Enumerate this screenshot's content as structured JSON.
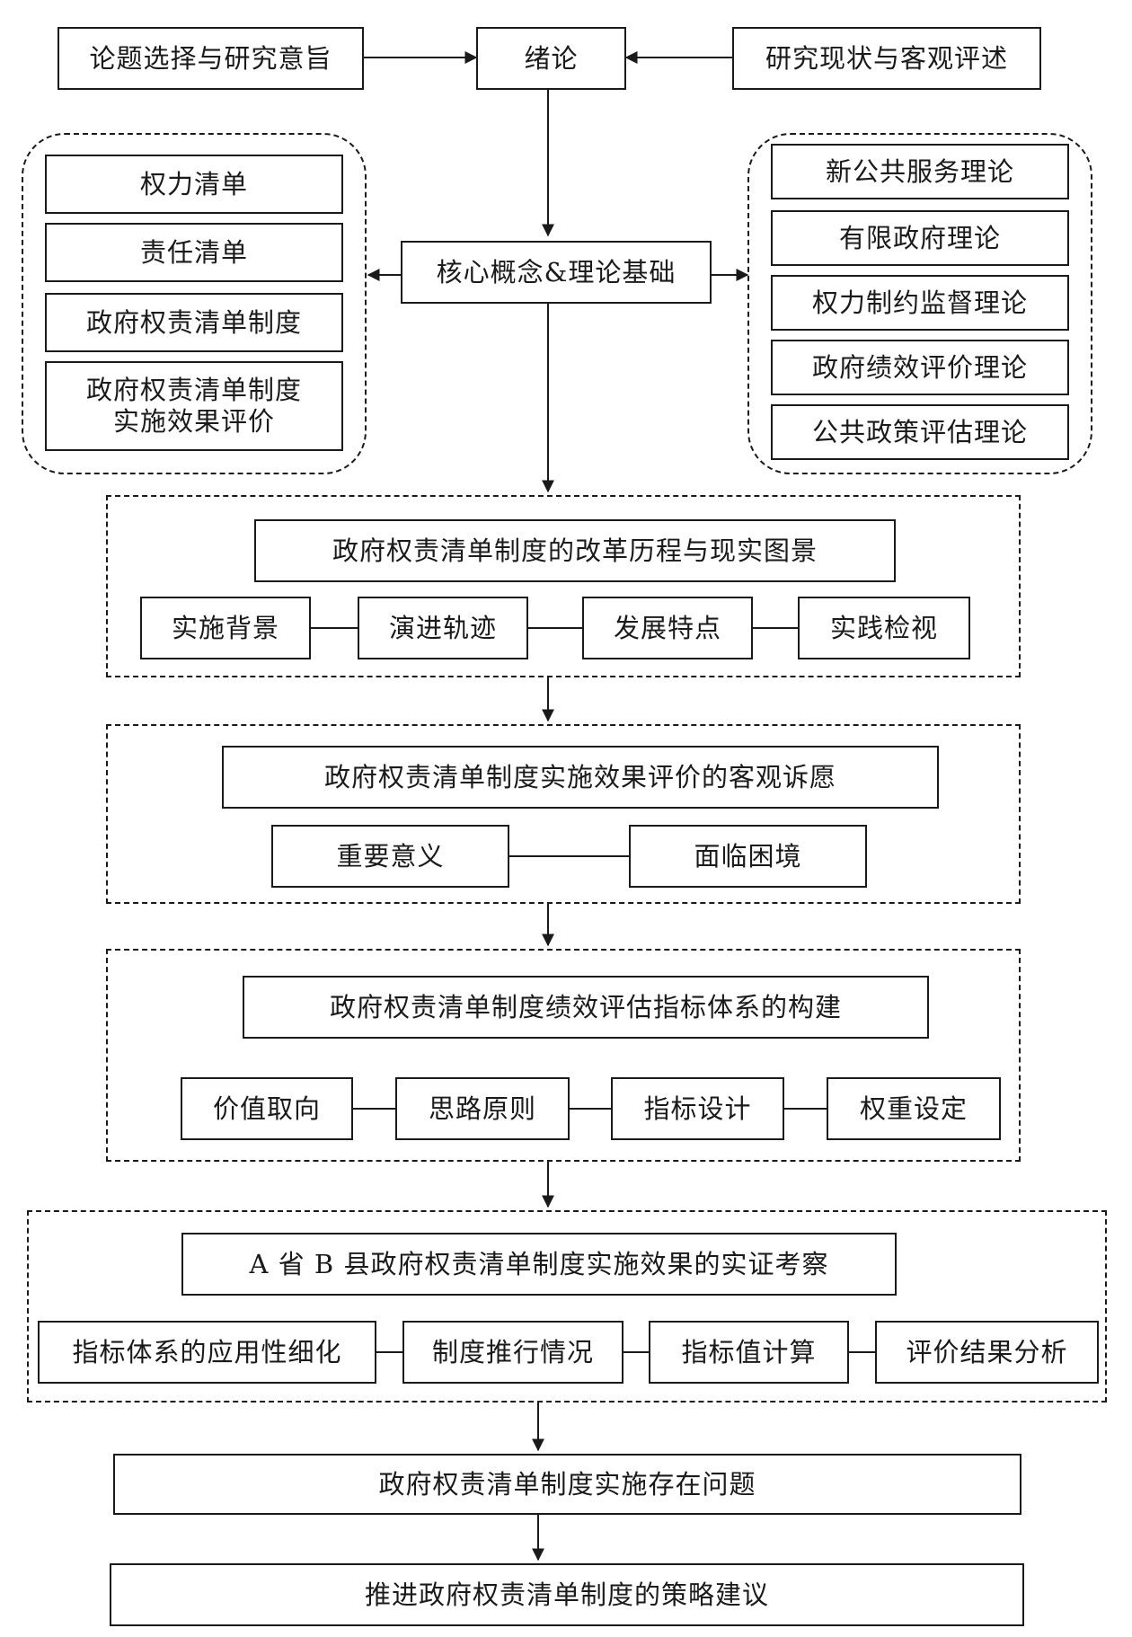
{
  "top": {
    "left": "论题选择与研究意旨",
    "center": "绪论",
    "right": "研究现状与客观评述"
  },
  "core": {
    "title": "核心概念&理论基础",
    "concepts": [
      "权力清单",
      "责任清单",
      "政府权责清单制度",
      "政府权责清单制度\n实施效果评价"
    ],
    "theories": [
      "新公共服务理论",
      "有限政府理论",
      "权力制约监督理论",
      "政府绩效评价理论",
      "公共政策评估理论"
    ]
  },
  "section1": {
    "title": "政府权责清单制度的改革历程与现实图景",
    "items": [
      "实施背景",
      "演进轨迹",
      "发展特点",
      "实践检视"
    ]
  },
  "section2": {
    "title": "政府权责清单制度实施效果评价的客观诉愿",
    "items": [
      "重要意义",
      "面临困境"
    ]
  },
  "section3": {
    "title": "政府权责清单制度绩效评估指标体系的构建",
    "items": [
      "价值取向",
      "思路原则",
      "指标设计",
      "权重设定"
    ]
  },
  "section4": {
    "title": "A 省 B 县政府权责清单制度实施效果的实证考察",
    "items": [
      "指标体系的应用性细化",
      "制度推行情况",
      "指标值计算",
      "评价结果分析"
    ]
  },
  "problems": "政府权责清单制度实施存在问题",
  "suggestions": "推进政府权责清单制度的策略建议",
  "colors": {
    "line": "#1a1a1a",
    "background": "#ffffff"
  }
}
